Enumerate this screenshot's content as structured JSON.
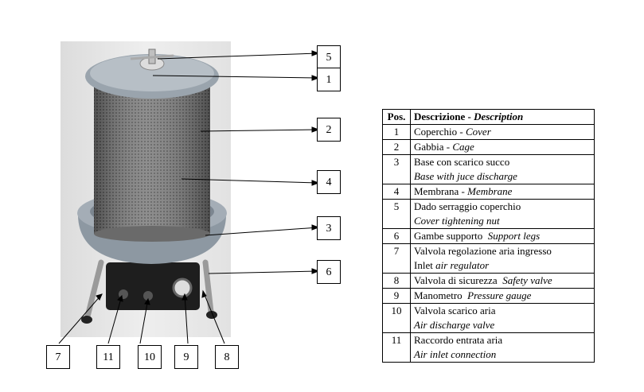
{
  "callouts": [
    {
      "id": "5",
      "label": "5"
    },
    {
      "id": "1",
      "label": "1"
    },
    {
      "id": "2",
      "label": "2"
    },
    {
      "id": "4",
      "label": "4"
    },
    {
      "id": "3",
      "label": "3"
    },
    {
      "id": "6",
      "label": "6"
    },
    {
      "id": "7",
      "label": "7"
    },
    {
      "id": "11",
      "label": "11"
    },
    {
      "id": "10",
      "label": "10"
    },
    {
      "id": "9",
      "label": "9"
    },
    {
      "id": "8",
      "label": "8"
    }
  ],
  "table": {
    "header": {
      "pos": "Pos.",
      "desc_it": "Descrizione - ",
      "desc_en": "Description"
    },
    "rows": [
      {
        "pos": "1",
        "it": "Coperchio - ",
        "en": "Cover"
      },
      {
        "pos": "2",
        "it": "Gabbia - ",
        "en": "Cage"
      },
      {
        "pos": "3",
        "it": "Base con scarico succo",
        "en": "Base with juce discharge"
      },
      {
        "pos": "4",
        "it": "Membrana - ",
        "en": "Membrane"
      },
      {
        "pos": "5",
        "it": "Dado serraggio coperchio",
        "en": "Cover tightening nut"
      },
      {
        "pos": "6",
        "it": "Gambe supporto  ",
        "en": "Support legs"
      },
      {
        "pos": "7",
        "it": "Valvola regolazione aria ingresso",
        "en_prefix": "Inlet ",
        "en": "air regulator"
      },
      {
        "pos": "8",
        "it": "Valvola di sicurezza  ",
        "en": "Safety valve"
      },
      {
        "pos": "9",
        "it": "Manometro  ",
        "en": "Pressure gauge"
      },
      {
        "pos": "10",
        "it": "Valvola scarico aria",
        "en": "Air discharge valve"
      },
      {
        "pos": "11",
        "it": "Raccordo entrata aria",
        "en": "Air inlet connection"
      }
    ]
  },
  "colors": {
    "cage": "#6e6e6e",
    "base": "#8d98a2",
    "control_box": "#1e1e1e",
    "background": "#ffffff"
  }
}
